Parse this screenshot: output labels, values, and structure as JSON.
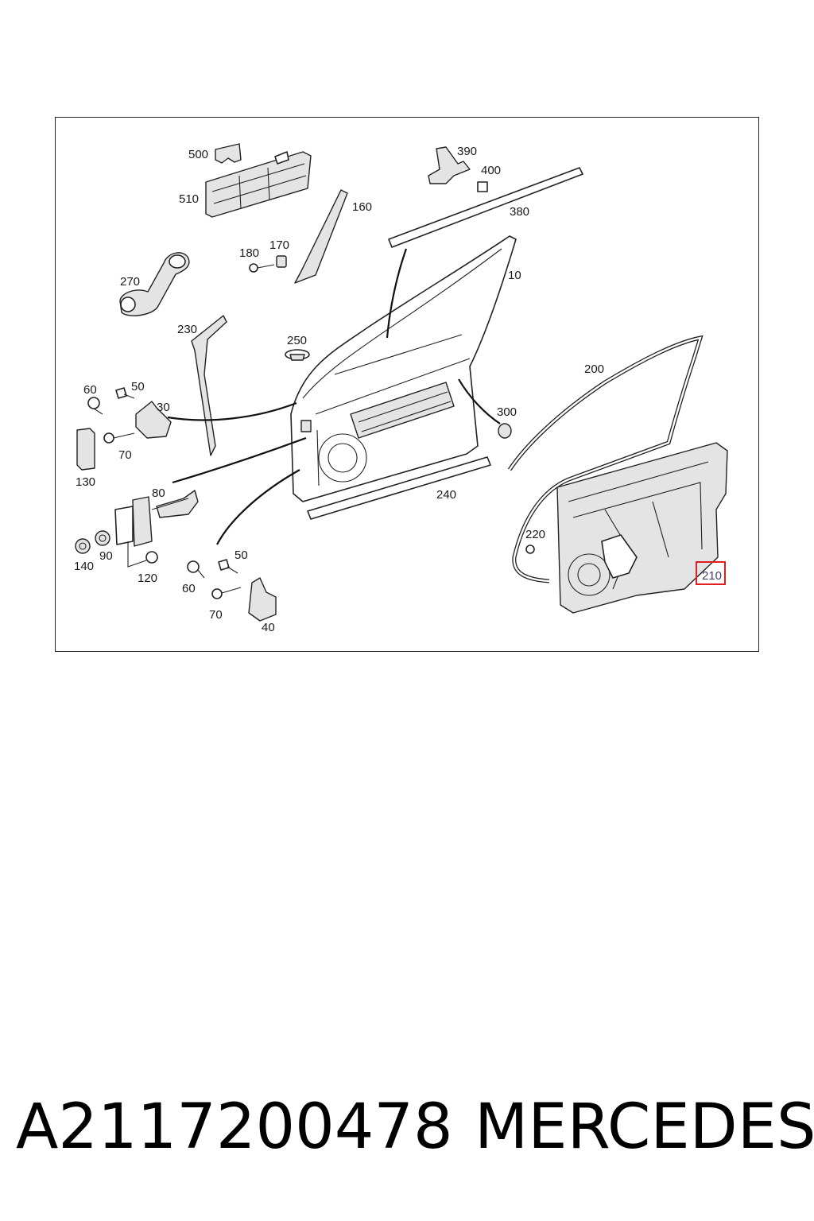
{
  "diagram": {
    "callouts": {
      "c500": "500",
      "c510": "510",
      "c160": "160",
      "c390": "390",
      "c400": "400",
      "c380": "380",
      "c180": "180",
      "c170": "170",
      "c270": "270",
      "c10": "10",
      "c230": "230",
      "c250": "250",
      "c200": "200",
      "c60a": "60",
      "c50a": "50",
      "c30": "30",
      "c300": "300",
      "c70a": "70",
      "c130": "130",
      "c80": "80",
      "c240": "240",
      "c220": "220",
      "c140": "140",
      "c90": "90",
      "c50b": "50",
      "c120": "120",
      "c60b": "60",
      "c70b": "70",
      "c40": "40",
      "c210": "210"
    },
    "highlight_color": "#e02020"
  },
  "footer": {
    "part_number": "A2117200478",
    "brand": "MERCEDES"
  }
}
